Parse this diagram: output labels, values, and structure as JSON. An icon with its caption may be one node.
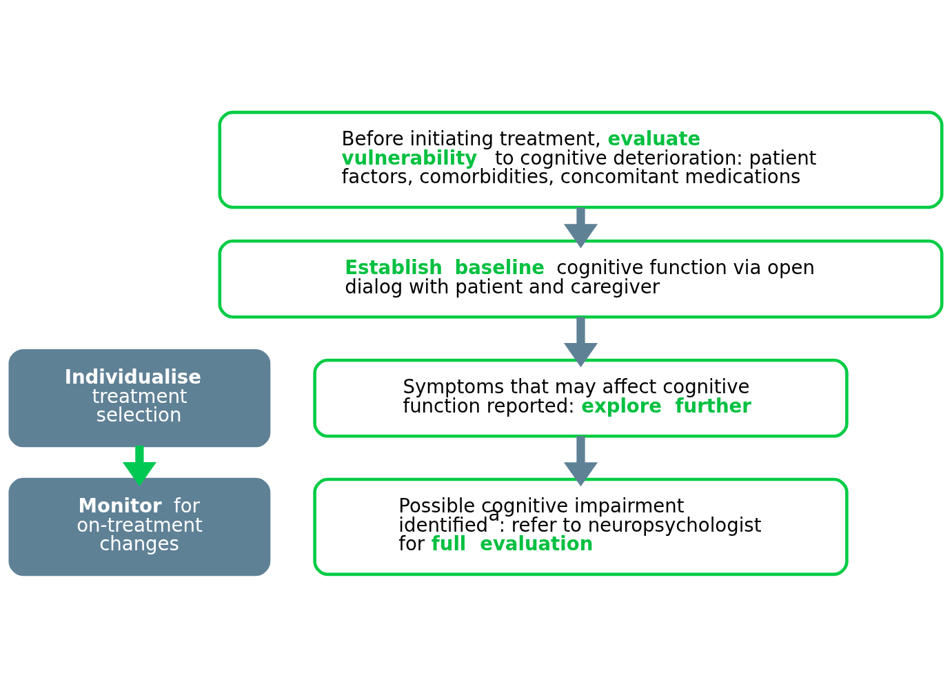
{
  "diagram": {
    "nodes": [
      {
        "text": [
          "Before initiating treatment, **evaluate vulnerability** to cognitive deterioration: patient factors, comorbidities, concomitant medications"
        ]
      },
      {
        "text": [
          "**Establish baseline** cognitive function via open dialog with patient and caregiver"
        ]
      },
      {
        "text": [
          "**Individualise** treatment selection"
        ]
      },
      {
        "text": [
          "Symptoms that may affect cognitive function reported: **explore further**"
        ]
      },
      {
        "text": [
          "**Monitor** for on-treatment changes"
        ]
      },
      {
        "text": [
          "Possible cognitive impairment identified$^{a}$: refer to neuropsychologist for **full evaluation**"
        ]
      }
    ],
    "edges": [
      {
        "from": 0,
        "to": 1,
        "arrow": "to"
      },
      {
        "from": 1,
        "to": 3,
        "arrow": "to"
      },
      {
        "from": 3,
        "to": 5,
        "arrow": "to"
      },
      {
        "from": 2,
        "to": 4,
        "arrow": "to",
        "color": "#00c853"
      }
    ]
  }
}
